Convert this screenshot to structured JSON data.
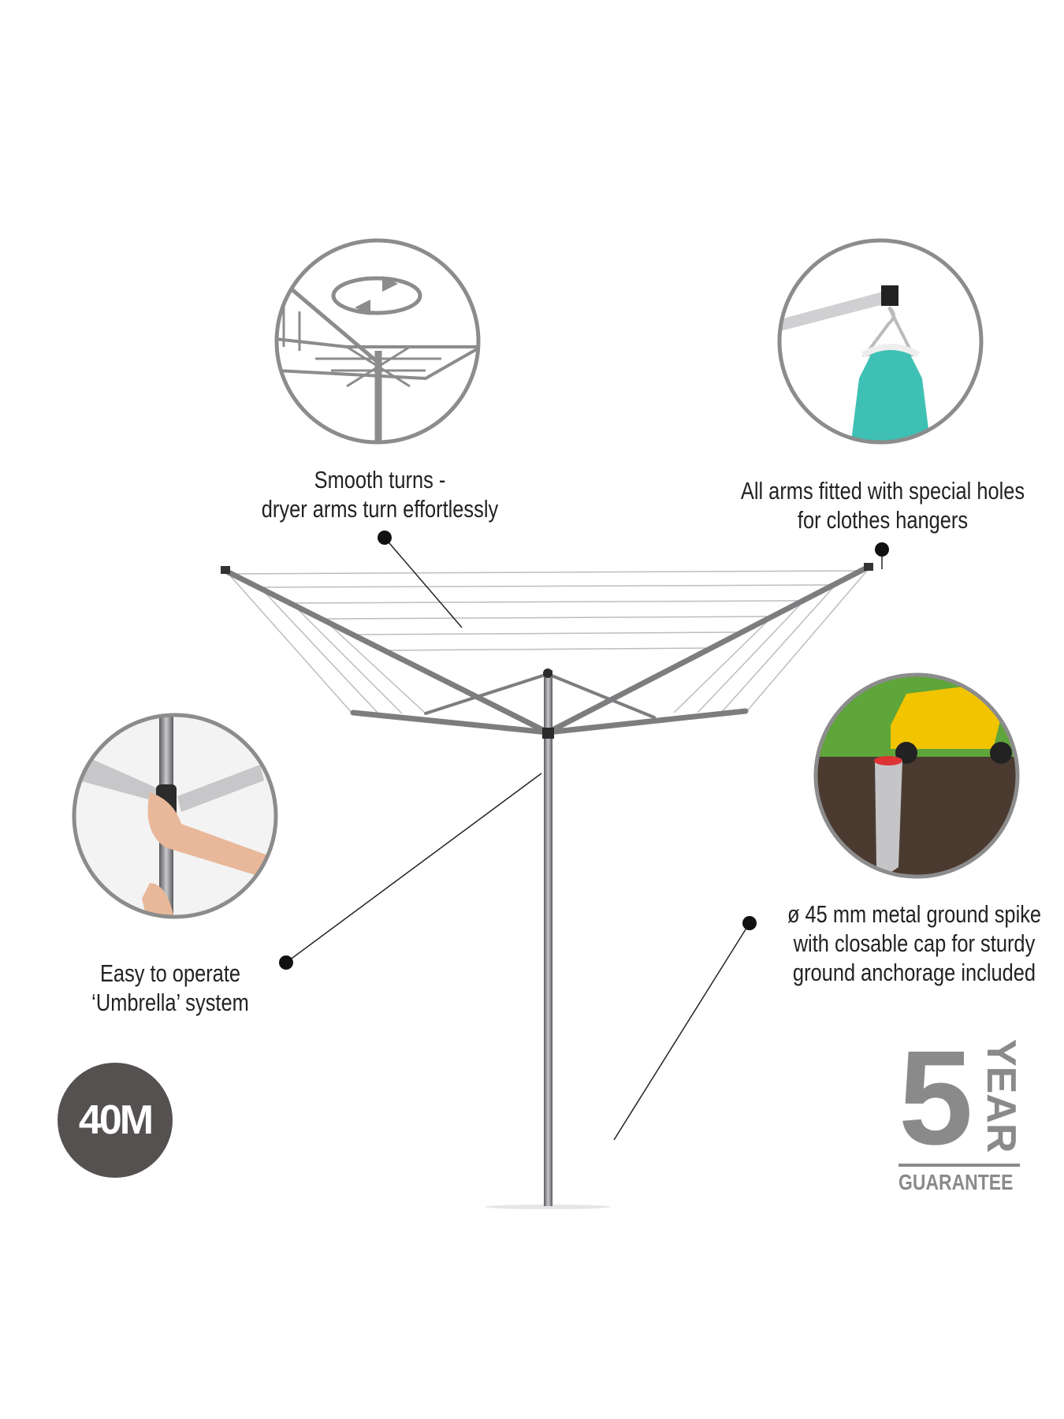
{
  "callouts": {
    "smooth_turns": [
      "Smooth turns -",
      "dryer arms turn effortlessly"
    ],
    "hanger_holes": [
      "All arms fitted with special holes",
      "for clothes hangers"
    ],
    "umbrella": [
      "Easy to operate",
      "‘Umbrella’ system"
    ],
    "ground_spike": [
      "ø 45 mm metal ground spike",
      "with closable cap for sturdy",
      "ground anchorage included"
    ]
  },
  "badge_length": "40M",
  "guarantee": {
    "number": "5",
    "unit": "YEAR",
    "label": "GUARANTEE"
  },
  "colors": {
    "badge": "#555150",
    "guarantee": "#8a8a8a",
    "frame": "#7d7d80",
    "ring": "#8c8c8c"
  },
  "icons": [
    "rotate-arrows-icon"
  ]
}
